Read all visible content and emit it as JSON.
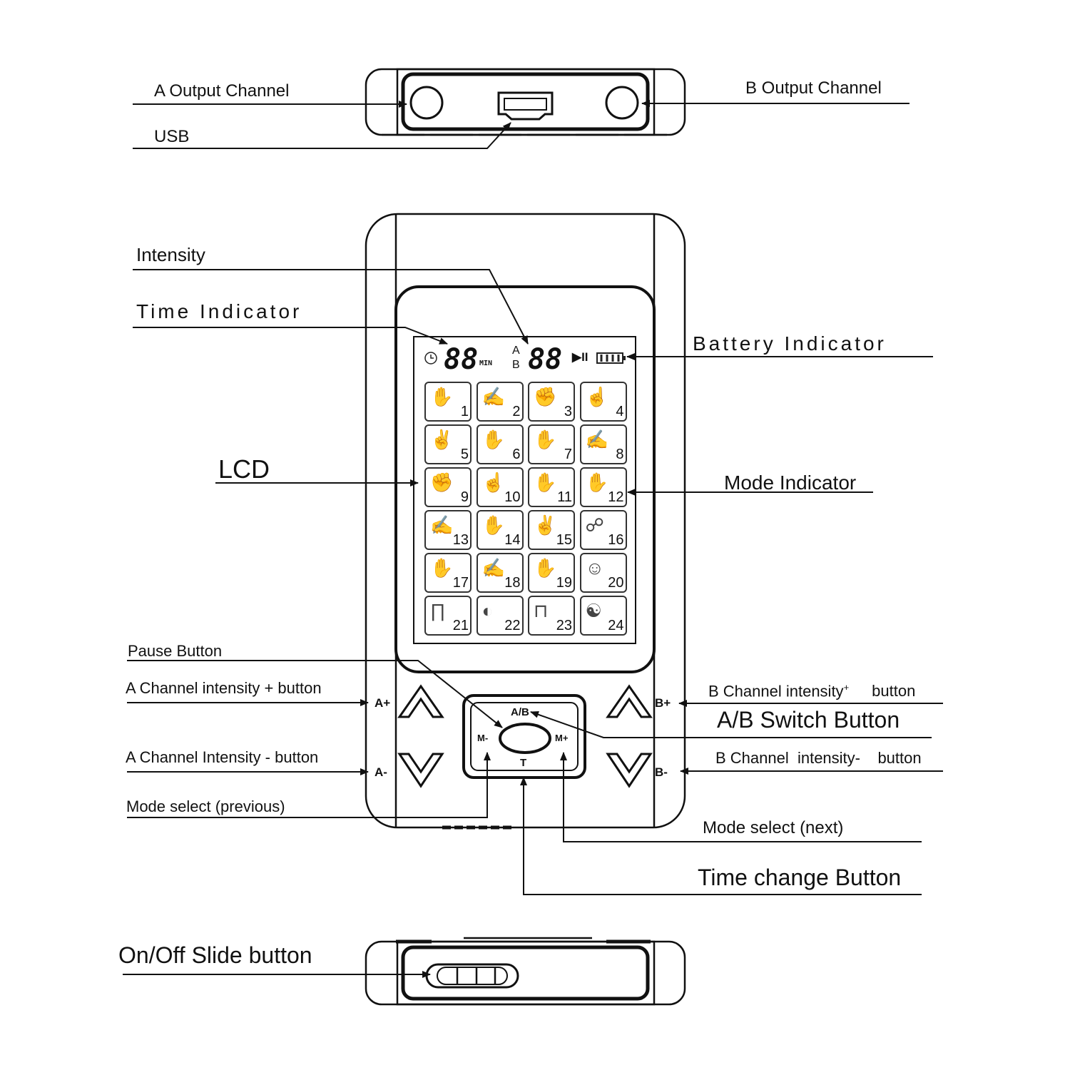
{
  "labels": {
    "a_output": "A Output  Channel",
    "b_output": "B Output Channel",
    "usb": "USB",
    "intensity": "Intensity",
    "time_indicator": "Time Indicator",
    "battery_indicator": "Battery Indicator",
    "lcd": "LCD",
    "mode_indicator": "Mode Indicator",
    "pause_button": "Pause Button",
    "a_plus": "A Channel  intensity  +  button",
    "a_minus": "A Channel  Intensity  -  button",
    "b_plus": "B Channel  intensity",
    "b_plus_sup": "+",
    "b_plus_tail": "button",
    "b_minus": "B Channel  intensity-    button",
    "ab_switch": "A/B Switch  Button",
    "mode_prev": "Mode select (previous)",
    "mode_next": "Mode select (next)",
    "time_change": "Time change Button",
    "onoff": "On/Off Slide button"
  },
  "device": {
    "time_digits": "88",
    "time_unit": "MIN",
    "channel_a": "A",
    "channel_b": "B",
    "intensity_digits": "88",
    "play_pause": "▶II",
    "btn_a_plus": "A+",
    "btn_a_minus": "A-",
    "btn_b_plus": "B+",
    "btn_b_minus": "B-",
    "btn_ab": "A/B",
    "btn_m_minus": "M-",
    "btn_m_plus": "M+",
    "btn_t": "T"
  },
  "modes": [
    "1",
    "2",
    "3",
    "4",
    "5",
    "6",
    "7",
    "8",
    "9",
    "10",
    "11",
    "12",
    "13",
    "14",
    "15",
    "16",
    "17",
    "18",
    "19",
    "20",
    "21",
    "22",
    "23",
    "24"
  ]
}
